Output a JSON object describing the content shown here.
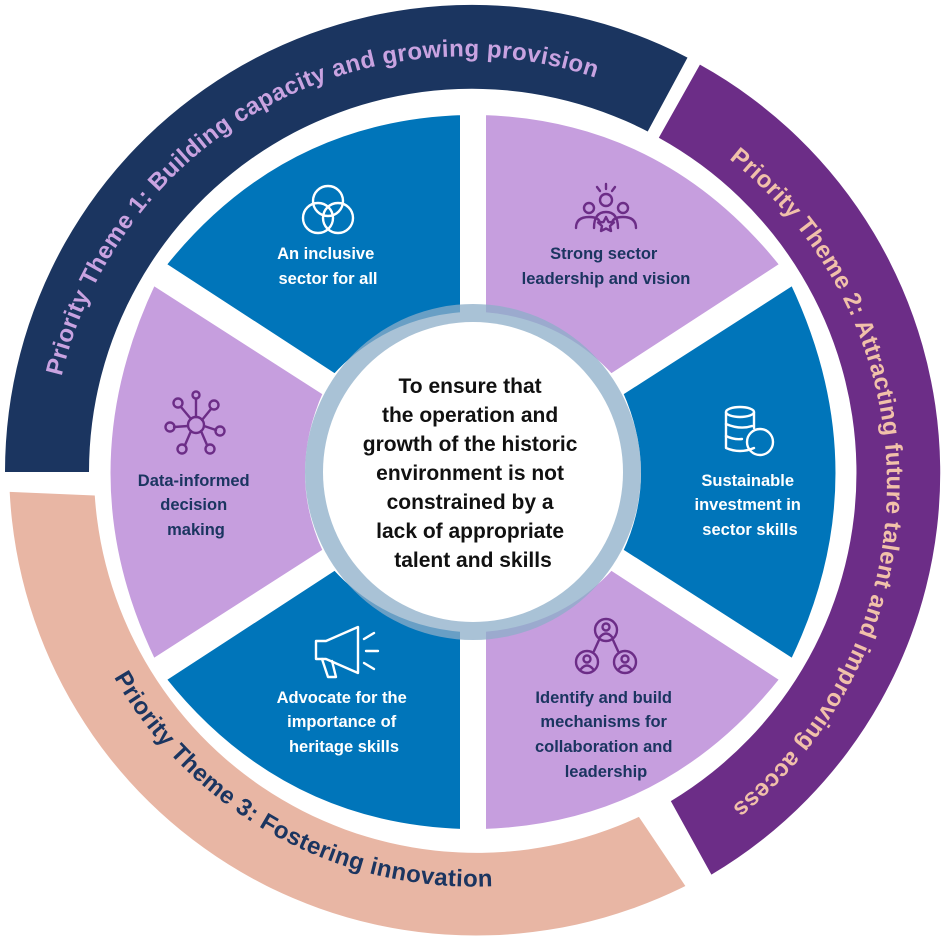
{
  "colors": {
    "theme1_ring": "#1b3560",
    "theme2_ring": "#6c2d87",
    "theme3_ring": "#e8b6a4",
    "theme1_text": "#c9a3e1",
    "theme2_text": "#f1c1aa",
    "theme3_text": "#1b3560",
    "segment_blue": "#0075ba",
    "segment_lilac": "#c69ede",
    "blue_text": "#ffffff",
    "lilac_text": "#1b3560",
    "center_fill": "#ffffff",
    "center_halo": "#8cadc8"
  },
  "themes": [
    {
      "label": "Priority Theme 1: Building capacity and growing provision"
    },
    {
      "label": "Priority Theme 2: Attracting future talent and improving access"
    },
    {
      "label": "Priority Theme 3: Fostering innovation"
    }
  ],
  "center": {
    "lines": [
      "To ensure that",
      "the operation and",
      "growth of the historic",
      "environment is not",
      "constrained by a",
      "lack of appropriate",
      "talent and skills"
    ]
  },
  "segments": [
    {
      "icon": "interlocking-circles-icon",
      "fill": "blue",
      "lines": [
        "An inclusive",
        "sector for all"
      ]
    },
    {
      "icon": "team-leader-icon",
      "fill": "lilac",
      "lines": [
        "Strong sector",
        "leadership and vision"
      ]
    },
    {
      "icon": "coins-stack-icon",
      "fill": "blue",
      "lines": [
        "Sustainable",
        "investment in",
        "sector skills"
      ]
    },
    {
      "icon": "collaboration-network-icon",
      "fill": "lilac",
      "lines": [
        "Identify and build",
        "mechanisms for",
        "collaboration and",
        "leadership"
      ]
    },
    {
      "icon": "megaphone-icon",
      "fill": "blue",
      "lines": [
        "Advocate for the",
        "importance of",
        "heritage skills"
      ]
    },
    {
      "icon": "data-network-icon",
      "fill": "lilac",
      "lines": [
        "Data-informed",
        "decision",
        "making"
      ]
    }
  ]
}
